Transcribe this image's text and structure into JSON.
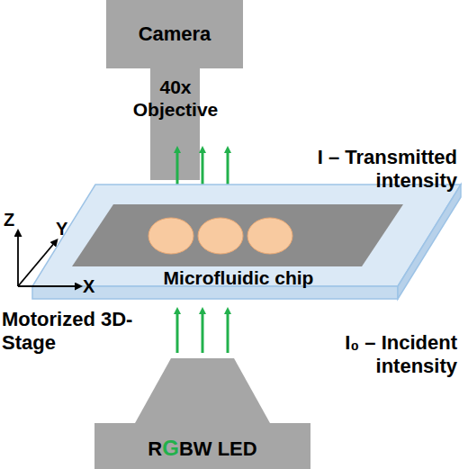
{
  "diagram": {
    "nodes": [
      {
        "text": [
          "Camera"
        ]
      },
      {
        "text": [
          "40x Objective"
        ]
      },
      {
        "text": [
          "R",
          "G",
          "BW LED"
        ]
      }
    ],
    "labels": [
      "I – Transmitted intensity",
      "Microfluidic chip",
      "Z",
      "Y",
      "X",
      "Motorized 3D-Stage",
      "I₀ – Incident intensity"
    ]
  }
}
